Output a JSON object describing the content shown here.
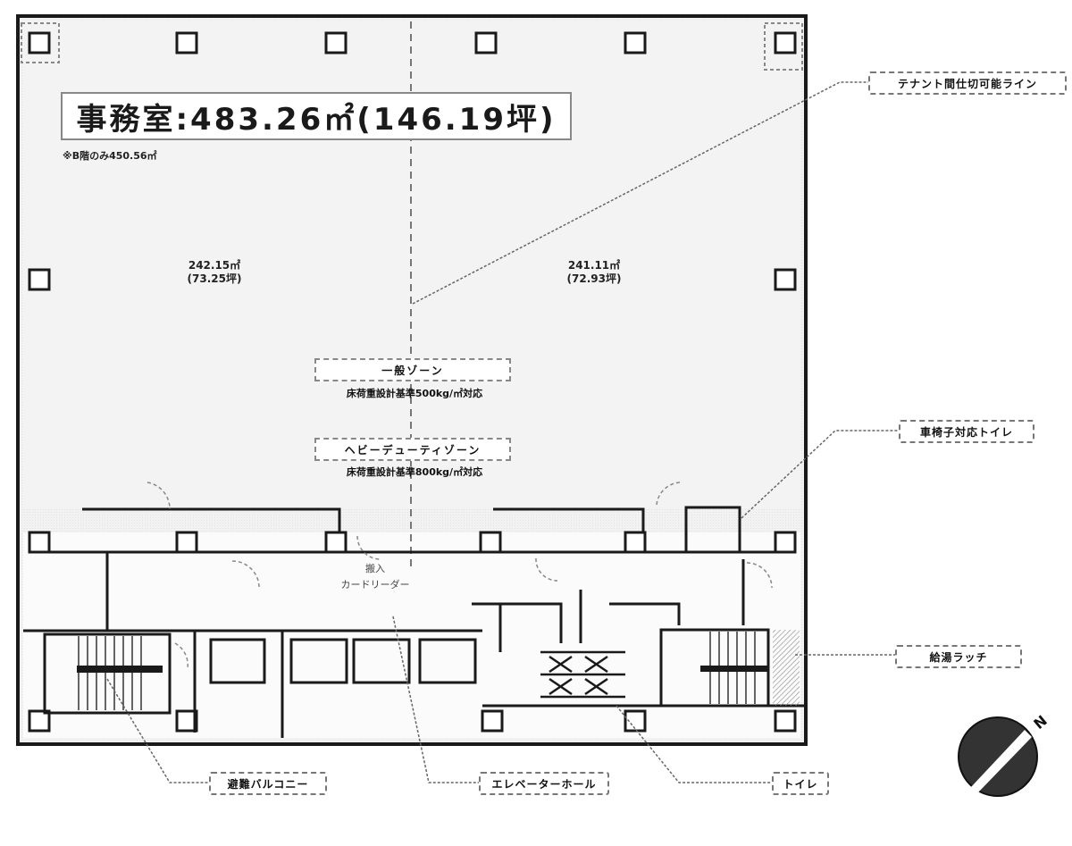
{
  "floor_plan": {
    "title": "事務室:483.26㎡(146.19坪)",
    "subnote": "※B階のみ450.56㎡",
    "areas": {
      "left": {
        "sqm": "242.15㎡",
        "tsubo": "(73.25坪)"
      },
      "right": {
        "sqm": "241.11㎡",
        "tsubo": "(72.93坪)"
      }
    },
    "zones": [
      {
        "name": "一般ゾーン",
        "load": "床荷重設計基準500kg/㎡対応"
      },
      {
        "name": "ヘビーデューティゾーン",
        "load": "床荷重設計基準800kg/㎡対応"
      }
    ],
    "core_labels": {
      "hall_top": "搬入",
      "hall_bottom": "カードリーダー"
    },
    "callouts": {
      "partition_line": "テナント間仕切可能ライン",
      "accessible_toilet": "車椅子対応トイレ",
      "kitchenette": "給湯ラッチ",
      "evacuation_balcony": "避難バルコニー",
      "elevator_hall": "エレベーターホール",
      "toilet": "トイレ"
    },
    "compass": {
      "label": "N"
    },
    "colors": {
      "line": "#1a1a1a",
      "office_fill": "#f1f1f1",
      "dashed": "#777777",
      "compass": "#333333"
    }
  }
}
